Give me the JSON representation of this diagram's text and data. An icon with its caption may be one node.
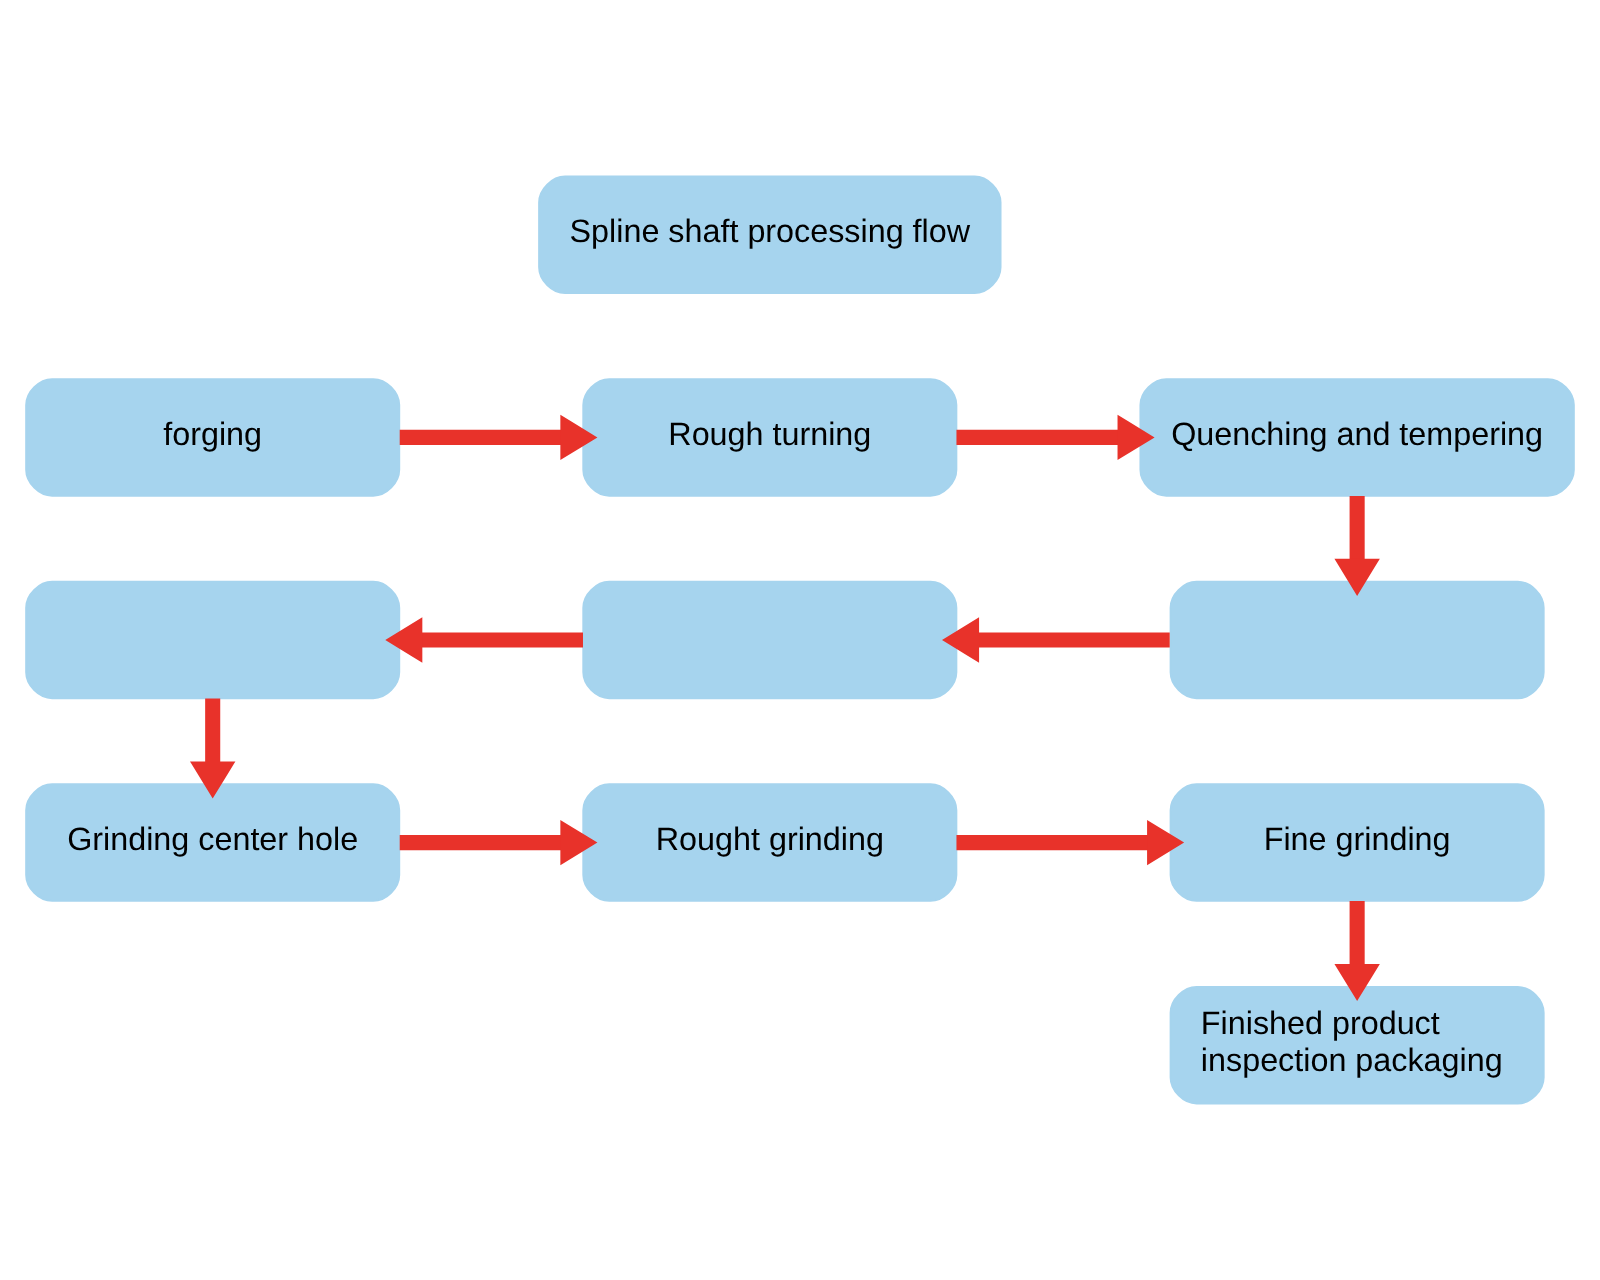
{
  "diagram": {
    "nodes": [
      {
        "text": [
          "Spline shaft processing flow"
        ]
      },
      {
        "text": [
          "forging"
        ]
      },
      {
        "text": [
          "Rough turning"
        ]
      },
      {
        "text": [
          "Quenching and tempering"
        ]
      },
      {
        "text": [],
        "shape": "box"
      },
      {
        "text": [],
        "shape": "box"
      },
      {
        "text": [],
        "shape": "box"
      },
      {
        "text": [
          "Grinding center hole"
        ]
      },
      {
        "text": [
          "Rought grinding"
        ]
      },
      {
        "text": [
          "Fine grinding"
        ]
      },
      {
        "text": [
          "Finished product inspection packaging"
        ]
      }
    ],
    "edges": [
      {
        "from": 1,
        "to": 2,
        "arrow": "to"
      },
      {
        "from": 2,
        "to": 3,
        "arrow": "to"
      },
      {
        "from": 3,
        "to": 6,
        "arrow": "to"
      },
      {
        "from": 6,
        "to": 5,
        "arrow": "to"
      },
      {
        "from": 5,
        "to": 4,
        "arrow": "to"
      },
      {
        "from": 4,
        "to": 7,
        "arrow": "to"
      },
      {
        "from": 7,
        "to": 8,
        "arrow": "to"
      },
      {
        "from": 8,
        "to": 9,
        "arrow": "to"
      },
      {
        "from": 9,
        "to": 10,
        "arrow": "to"
      }
    ]
  }
}
